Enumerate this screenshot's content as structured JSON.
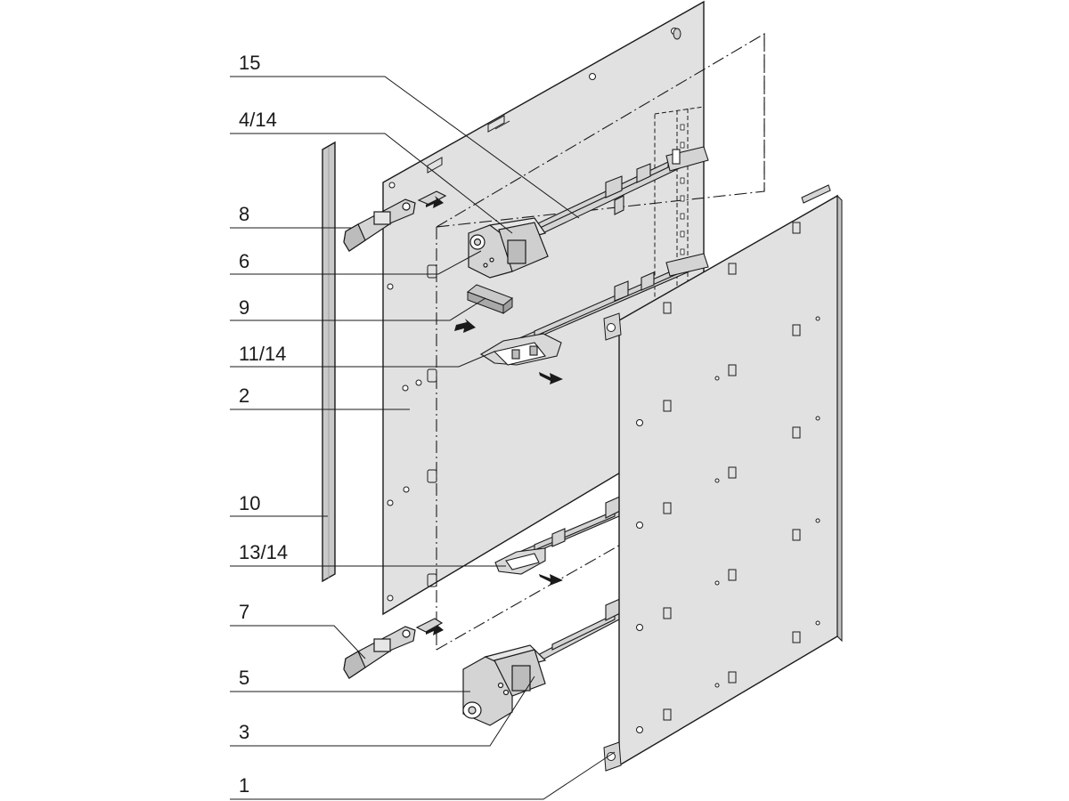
{
  "callouts": [
    {
      "id": "c15",
      "label": "15"
    },
    {
      "id": "c4",
      "label": "4/14"
    },
    {
      "id": "c8",
      "label": "8"
    },
    {
      "id": "c6",
      "label": "6"
    },
    {
      "id": "c9",
      "label": "9"
    },
    {
      "id": "c11",
      "label": "11/14"
    },
    {
      "id": "c2",
      "label": "2"
    },
    {
      "id": "c10",
      "label": "10"
    },
    {
      "id": "c13",
      "label": "13/14"
    },
    {
      "id": "c7",
      "label": "7"
    },
    {
      "id": "c5",
      "label": "5"
    },
    {
      "id": "c3",
      "label": "3"
    },
    {
      "id": "c1",
      "label": "1"
    }
  ],
  "colors": {
    "panel_fill": "#e1e1e1",
    "strip_fill": "#c9c9c9",
    "part_fill": "#d4d4d4",
    "stroke": "#1a1a1a"
  }
}
